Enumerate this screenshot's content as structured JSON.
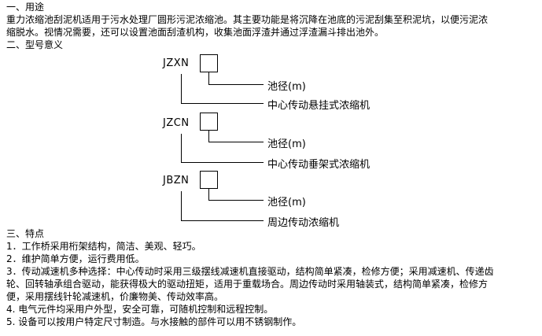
{
  "section1": {
    "heading": "一、用途",
    "line1": "重力浓缩池刮泥机适用于污水处理厂圆形污泥浓缩池。其主要功能是将沉降在池底的污泥刮集至积泥坑，以便污泥浓",
    "line2": "缩脱水。视情况需要，还可以设置池面刮渣机构，收集池面浮渣并通过浮渣漏斗排出池外。"
  },
  "section2": {
    "heading": "二、型号意义",
    "models": [
      {
        "code": "JZXN",
        "diameter_label": "池径(m)",
        "type_label": "中心传动悬挂式浓缩机"
      },
      {
        "code": "JZCN",
        "diameter_label": "池径(m)",
        "type_label": "中心传动垂架式浓缩机"
      },
      {
        "code": "JBZN",
        "diameter_label": "池径(m)",
        "type_label": "周边传动浓缩机"
      }
    ]
  },
  "section3": {
    "heading": "三、特点",
    "lines": [
      "1．工作桥采用桁架结构，简洁、美观、轻巧。",
      "2．维护简单方便，运行费用低。",
      "3．传动减速机多种选择：中心传动时采用三级摆线减速机直接驱动，结构简单紧凑，检修方便；采用减速机、传递齿",
      "轮、回转轴承组合驱动，能获得极大的驱动扭矩，适用于重载场合。周边传动时采用轴装式，结构简单紧凑，检修方",
      "便，采用摆线针轮减速机，价廉物美、传动效率高。",
      "4. 电气元件均采用户外型，安全可靠，可随机控制和远程控制。",
      "5. 设备可以按用户特定尺寸制造。与水接触的部件可以用不锈钢制作。"
    ]
  }
}
